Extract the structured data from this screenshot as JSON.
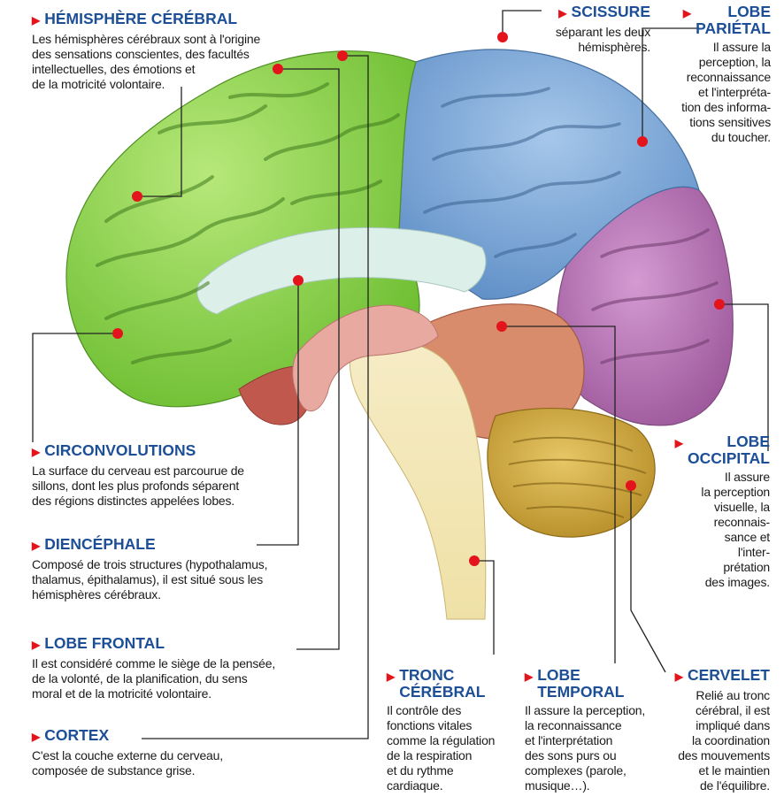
{
  "colors": {
    "title": "#1d4f97",
    "arrow": "#e3141b",
    "frontal": "#8fd44f",
    "parietal": "#7aa6d6",
    "occipital": "#b673b4",
    "temporal": "#d9a25a",
    "cerebellum": "#c9a43a",
    "diencephalon": "#e6a9a0",
    "brainstem": "#f3e7b8",
    "corpus": "#dceee8",
    "midbrain": "#c86a62",
    "leader": "#222222",
    "dot": "#e3141b"
  },
  "labels": {
    "hemisphere": {
      "title": "HÉMISPHÈRE CÉRÉBRAL",
      "desc": "Les hémisphères cérébraux sont à l'origine\ndes sensations conscientes, des facultés\nintellectuelles, des émotions et\nde la motricité volontaire."
    },
    "scissure": {
      "title": "SCISSURE",
      "desc": "séparant les deux\nhémisphères."
    },
    "parietal": {
      "title": "LOBE\nPARIÉTAL",
      "desc": "Il assure la\nperception, la\nreconnaissance\net l'interpréta-\ntion des informa-\ntions sensitives\ndu toucher."
    },
    "circonvolutions": {
      "title": "CIRCONVOLUTIONS",
      "desc": "La surface du cerveau est parcourue de\nsillons, dont les plus profonds séparent\ndes régions distinctes appelées lobes."
    },
    "occipital": {
      "title": "LOBE\nOCCIPITAL",
      "desc": "Il assure\nla perception\nvisuelle, la\nreconnais-\nsance et\nl'inter-\nprétation\ndes images."
    },
    "diencephale": {
      "title": "DIENCÉPHALE",
      "desc": "Composé de trois structures (hypothalamus,\nthalamus, épithalamus), il est situé sous les\nhémisphères cérébraux."
    },
    "frontal": {
      "title": "LOBE FRONTAL",
      "desc": "Il est considéré comme le siège de la pensée,\nde la volonté, de la planification, du sens\nmoral et de la motricité volontaire."
    },
    "cortex": {
      "title": "CORTEX",
      "desc": "C'est la couche externe du cerveau,\ncomposée de substance grise."
    },
    "tronc": {
      "title": "TRONC\nCÉRÉBRAL",
      "desc": "Il contrôle des\nfonctions vitales\ncomme la régulation\nde la respiration\net du rythme\ncardiaque."
    },
    "temporal": {
      "title": "LOBE\nTEMPORAL",
      "desc": "Il assure la perception,\nla reconnaissance\net l'interprétation\ndes sons purs ou\ncomplexes (parole,\nmusique…)."
    },
    "cervelet": {
      "title": "CERVELET",
      "desc": "Relié au tronc\ncérébral, il est\nimpliqué dans\nla coordination\ndes mouvements\net le maintien\nde l'équilibre."
    }
  },
  "icons": {
    "arrow": "red-triangle-arrow-icon",
    "dot": "red-dot-icon"
  }
}
